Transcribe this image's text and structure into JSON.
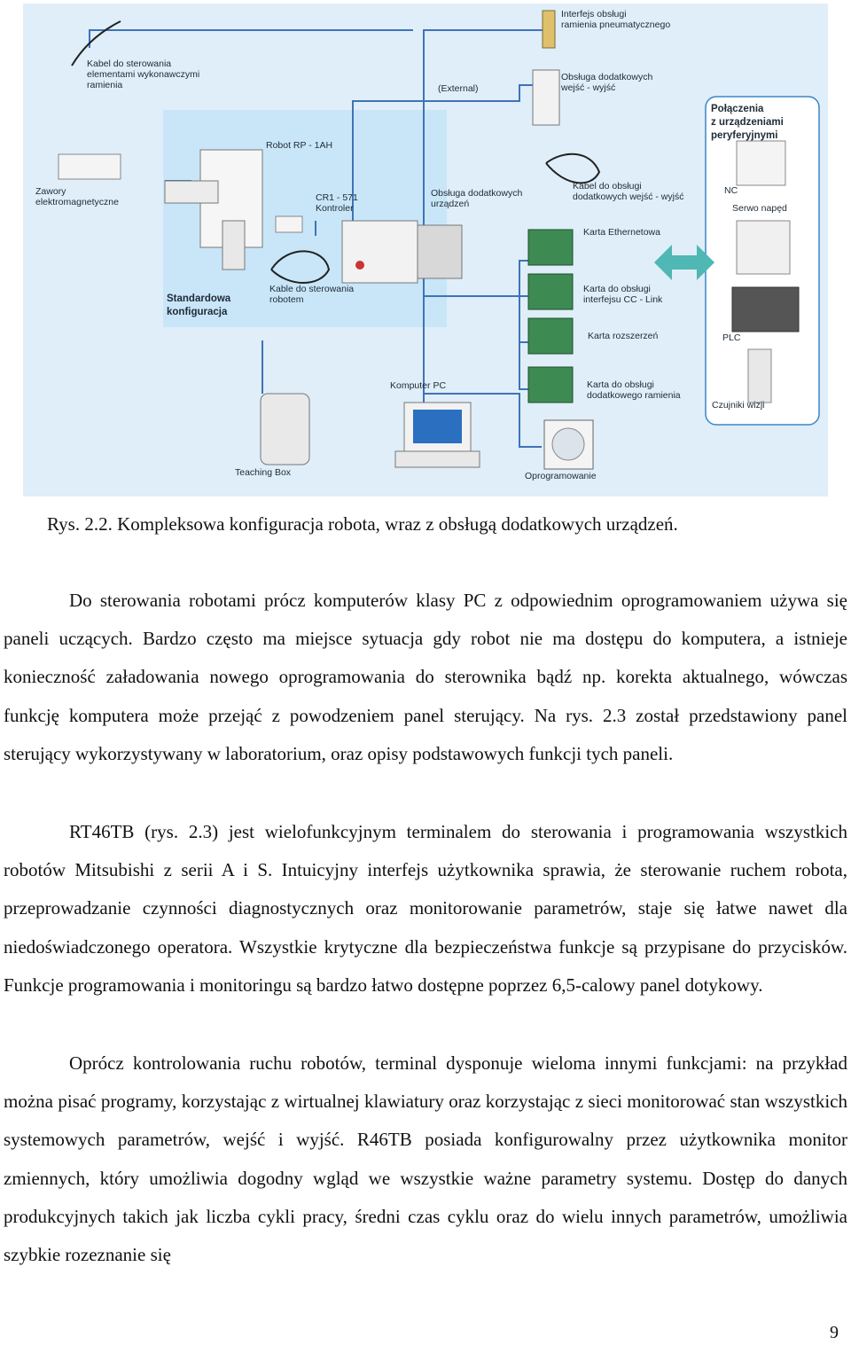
{
  "figure": {
    "labels": {
      "interfejs_pneum": "Interfejs obsługi\nramienia pneumatycznego",
      "kabel_wyk": "Kabel do sterowania\nelementami wykonawczymi\nramienia",
      "external": "(External)",
      "obsluga_wejsc": "Obsługa dodatkowych\nwejść - wyjść",
      "polaczenia": "Połączenia\nz urządzeniami\nperyferyjnymi",
      "robot": "Robot RP - 1AH",
      "zawory": "Zawory\nelektromagnetyczne",
      "kontroler": "CR1 - 571\nKontroler",
      "obsluga_urzadzen": "Obsługa dodatkowych\nurządzeń",
      "kabel_obslugi": "Kabel do obsługi\ndodatkowych wejść - wyjść",
      "nc": "NC",
      "serwo": "Serwo napęd",
      "karta_ethernet": "Karta Ethernetowa",
      "standard": "Standardowa\nkonfiguracja",
      "kable_robot": "Kable do sterowania\nrobotem",
      "karta_cc": "Karta do obsługi\ninterfejsu CC - Link",
      "karta_rozszerzen": "Karta rozszerzeń",
      "plc": "PLC",
      "komputer": "Komputer PC",
      "karta_ramie": "Karta do obsługi\ndodatkowego ramienia",
      "czujniki": "Czujniki wizji",
      "teaching": "Teaching Box",
      "oprogramowanie": "Oprogramowanie"
    }
  },
  "caption": "Rys. 2.2. Kompleksowa konfiguracja robota, wraz z obsługą dodatkowych urządzeń.",
  "paragraphs": [
    "Do sterowania robotami prócz komputerów klasy PC z odpowiednim oprogramowaniem używa się paneli uczących. Bardzo często ma miejsce sytuacja gdy robot nie ma dostępu do komputera, a istnieje konieczność załadowania nowego oprogramowania do sterownika bądź np. korekta aktualnego, wówczas funkcję komputera może przejąć z powodzeniem panel sterujący. Na rys. 2.3 został przedstawiony panel sterujący wykorzystywany w laboratorium, oraz opisy podstawowych funkcji tych paneli.",
    "RT46TB (rys. 2.3) jest wielofunkcyjnym terminalem do sterowania i programowania wszystkich robotów Mitsubishi z serii A i S. Intuicyjny interfejs użytkownika sprawia, że sterowanie ruchem robota, przeprowadzanie czynności diagnostycznych oraz monitorowanie parametrów, staje się łatwe nawet dla niedoświadczonego operatora. Wszystkie krytyczne dla bezpieczeństwa funkcje są przypisane do przycisków. Funkcje programowania i monitoringu są bardzo łatwo dostępne poprzez 6,5-calowy panel dotykowy.",
    "Oprócz kontrolowania ruchu robotów, terminal dysponuje wieloma innymi funkcjami: na przykład można pisać programy, korzystając z wirtualnej klawiatury oraz korzystając z sieci monitorować stan wszystkich systemowych parametrów, wejść i wyjść. R46TB posiada konfigurowalny przez użytkownika monitor zmiennych, który umożliwia dogodny wgląd we wszystkie ważne parametry systemu. Dostęp do danych produkcyjnych takich jak liczba cykli pracy, średni czas cyklu oraz do wielu innych parametrów, umożliwia szybkie rozeznanie się"
  ],
  "page_number": "9"
}
